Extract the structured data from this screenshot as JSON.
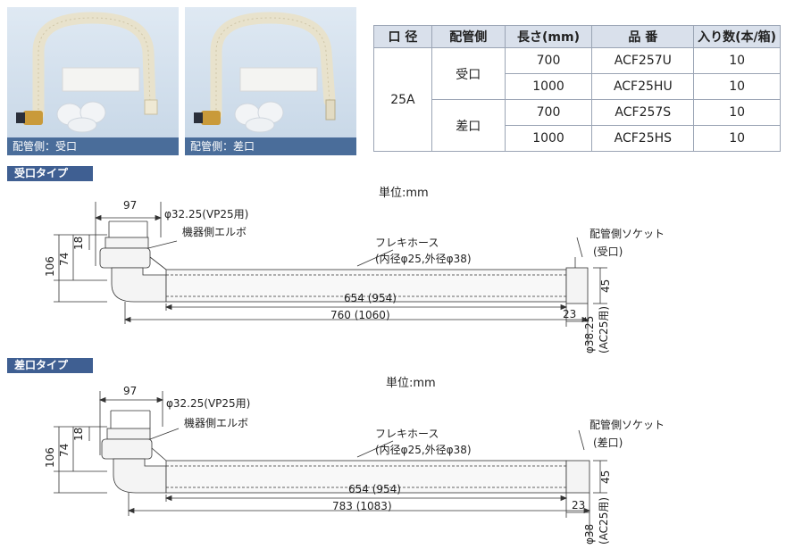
{
  "photos": [
    {
      "caption": "配管側：受口"
    },
    {
      "caption": "配管側：差口"
    }
  ],
  "spec_table": {
    "headers": [
      "口 径",
      "配管側",
      "長さ(mm)",
      "品 番",
      "入り数(本/箱)"
    ],
    "diameter": "25A",
    "groups": [
      {
        "side": "受口",
        "rows": [
          {
            "length": "700",
            "part": "ACF257U",
            "qty": "10"
          },
          {
            "length": "1000",
            "part": "ACF25HU",
            "qty": "10"
          }
        ]
      },
      {
        "side": "差口",
        "rows": [
          {
            "length": "700",
            "part": "ACF257S",
            "qty": "10"
          },
          {
            "length": "1000",
            "part": "ACF25HS",
            "qty": "10"
          }
        ]
      }
    ]
  },
  "drawings": [
    {
      "badge": "受口タイプ",
      "unit": "単位:mm",
      "dim_97": "97",
      "dim_pipe": "φ32.25(VP25用)",
      "elbow": "機器側エルボ",
      "dim_18": "18",
      "dim_74": "74",
      "dim_106": "106",
      "hose": "フレキホース",
      "hose_spec": "(内径φ25,外径φ38)",
      "socket_title": "配管側ソケット",
      "socket_type": "(受口)",
      "dim_45": "45",
      "dim_hose_len": "654 (954)",
      "dim_23": "23",
      "dim_total": "760 (1060)",
      "dim_socket_dia": "φ38.25",
      "dim_socket_dia2": "(AC25用)"
    },
    {
      "badge": "差口タイプ",
      "unit": "単位:mm",
      "dim_97": "97",
      "dim_pipe": "φ32.25(VP25用)",
      "elbow": "機器側エルボ",
      "dim_18": "18",
      "dim_74": "74",
      "dim_106": "106",
      "hose": "フレキホース",
      "hose_spec": "(内径φ25,外径φ38)",
      "socket_title": "配管側ソケット",
      "socket_type": "(差口)",
      "dim_45": "45",
      "dim_hose_len": "654 (954)",
      "dim_23": "23",
      "dim_total": "783 (1083)",
      "dim_socket_dia": "φ38",
      "dim_socket_dia2": "(AC25用)"
    }
  ]
}
